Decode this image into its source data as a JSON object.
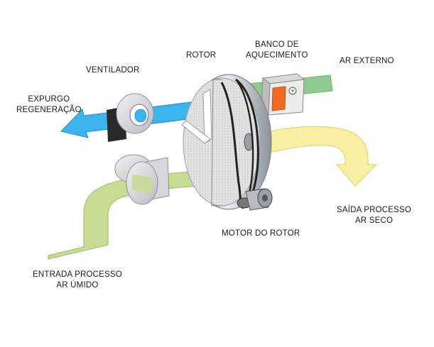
{
  "labels": {
    "rotor": "ROTOR",
    "heater_line1": "BANCO DE",
    "heater_line2": "AQUECIMENTO",
    "outside_air": "AR EXTERNO",
    "fan": "VENTILADOR",
    "purge_line1": "EXPURGO",
    "purge_line2": "REGENERAÇÃO",
    "process_out_line1": "SAÍDA PROCESSO",
    "process_out_line2": "AR SECO",
    "motor": "MOTOR DO ROTOR",
    "process_in_line1": "ENTRADA PROCESSO",
    "process_in_line2": "AR ÚMIDO"
  },
  "icons": {
    "heater_plus": "+"
  },
  "colors": {
    "green_air": "#c8dc94",
    "green_air_edge": "#a9c06c",
    "yellow_air": "#f9f0a0",
    "yellow_air_edge": "#e3d46a",
    "blue_air": "#3cb4ee",
    "blue_air_edge": "#1f8fc9",
    "outside_green": "#8dcc8e",
    "heater_orange": "#f26a22",
    "rotor_media": "#e4e4e4",
    "metal": "#c8ccd2",
    "belt": "#222222"
  }
}
